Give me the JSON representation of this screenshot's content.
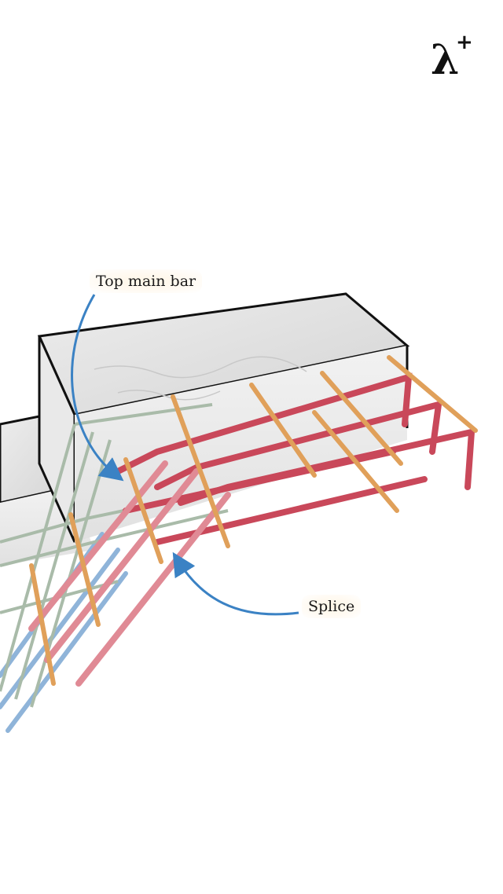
{
  "labels": {
    "top_main_bar": "Top main bar",
    "splice": "Splice"
  },
  "logo": {
    "glyph": "λ",
    "superscript": "+"
  },
  "colors": {
    "concrete": "#d9d9d9",
    "concrete_top": "#e6e6e6",
    "top_bar": "#c9485a",
    "splice_bar": "#e08a95",
    "cross_bar": "#e0a05a",
    "stirrup": "#a9bba9",
    "bottom_bar": "#8fb4d9",
    "arrow": "#3b82c4"
  }
}
